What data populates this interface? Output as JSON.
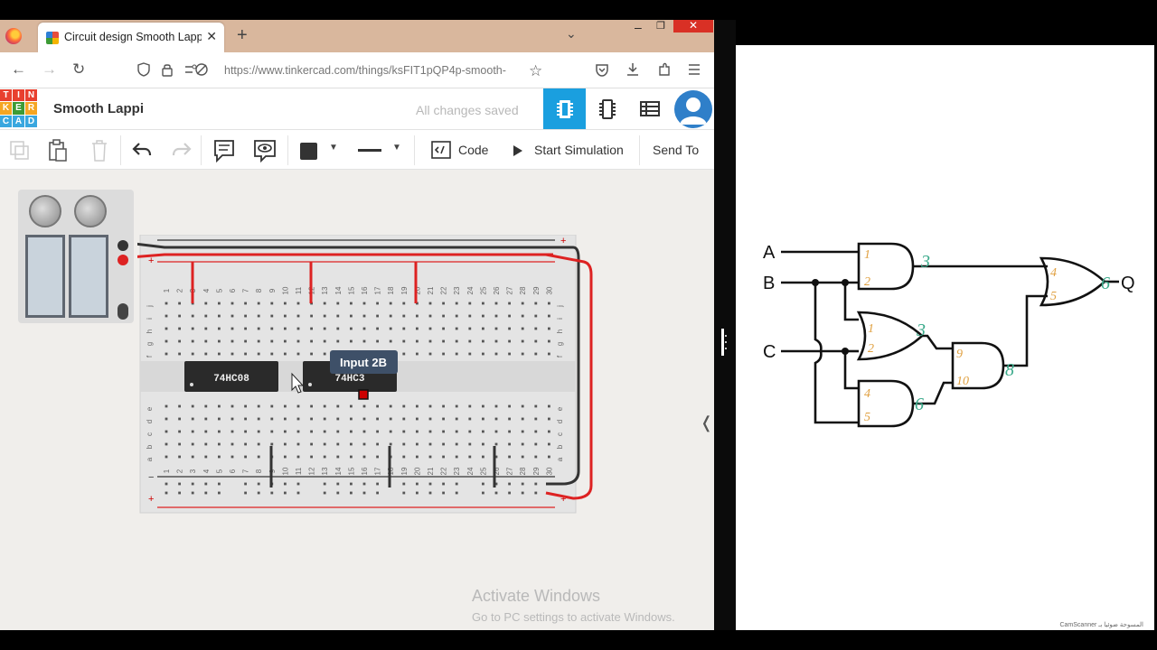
{
  "browser": {
    "tab": {
      "title": "Circuit design Smooth Lappi | Ti",
      "close": "✕"
    },
    "new_tab": "+",
    "list_tabs": "⌄",
    "window_controls": {
      "minimize": "–",
      "restore": "❐",
      "close": "✕"
    },
    "nav": {
      "back": "←",
      "forward": "→",
      "reload": "↻"
    },
    "url": "https://www.tinkercad.com/things/ksFIT1pQP4p-smooth-",
    "icons": [
      "shield-icon",
      "lock-icon",
      "permissions-icon",
      "bookmark-star-icon",
      "pocket-icon",
      "download-icon",
      "extensions-icon",
      "menu-icon"
    ]
  },
  "tinkercad": {
    "logo_letters": [
      "T",
      "I",
      "N",
      "K",
      "E",
      "R",
      "C",
      "A",
      "D"
    ],
    "logo_colors": [
      "#e8402f",
      "#e8402f",
      "#e8402f",
      "#f5a623",
      "#f5a623",
      "#f5a623",
      "#39a7df",
      "#39a7df",
      "#39a7df"
    ],
    "design_title": "Smooth Lappi",
    "save_status": "All changes saved",
    "accent": "#1a9fdf",
    "toolbar": {
      "code_label": "Code",
      "start_sim_label": "Start Simulation",
      "send_to_label": "Send To"
    }
  },
  "breadboard": {
    "column_numbers": [
      "1",
      "2",
      "3",
      "4",
      "5",
      "6",
      "7",
      "8",
      "9",
      "10",
      "11",
      "12",
      "13",
      "14",
      "15",
      "16",
      "17",
      "18",
      "19",
      "20",
      "21",
      "22",
      "23",
      "24",
      "25",
      "26",
      "27",
      "28",
      "29",
      "30"
    ],
    "row_letters_top": [
      "j",
      "i",
      "h",
      "g",
      "f"
    ],
    "row_letters_bottom": [
      "e",
      "d",
      "c",
      "b",
      "a"
    ],
    "rail_minus": "−",
    "rail_plus": "+",
    "chip1_label": "74HC08",
    "chip2_label": "74HC3",
    "tooltip": "Input 2B"
  },
  "watermark": {
    "heading": "Activate Windows",
    "sub": "Go to PC settings to activate Windows."
  },
  "schematic": {
    "inputs": [
      "A",
      "B",
      "C"
    ],
    "output": "Q",
    "pin_numbers": [
      "1",
      "2",
      "3",
      "1",
      "2",
      "3",
      "4",
      "5",
      "6",
      "9",
      "10",
      "8",
      "4",
      "5",
      "6"
    ],
    "scanner_mark": "CamScanner المسوحة ضوئيا بـ"
  }
}
